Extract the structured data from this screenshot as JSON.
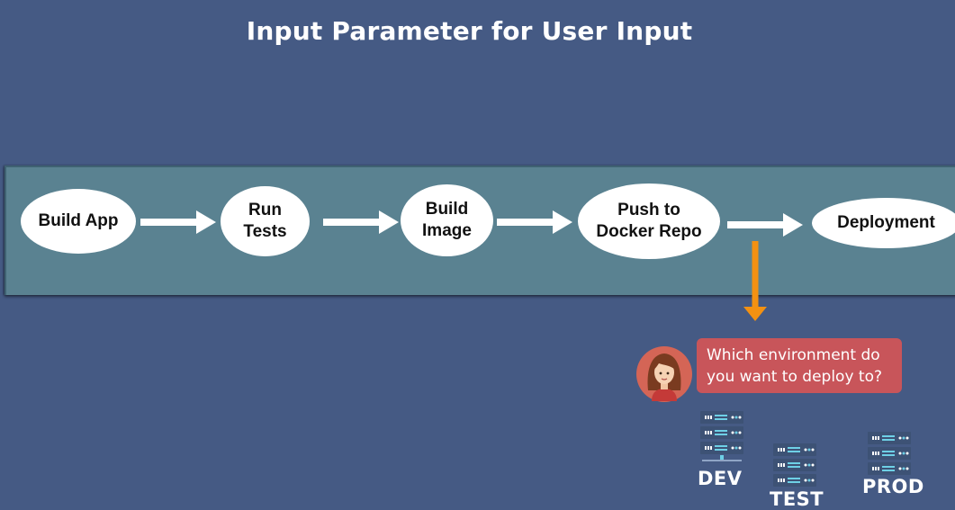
{
  "title": "Input Parameter for User Input",
  "pipeline": {
    "steps": [
      {
        "label": "Build App"
      },
      {
        "label": "Run\nTests"
      },
      {
        "label": "Build\nImage"
      },
      {
        "label": "Push to\nDocker Repo"
      },
      {
        "label": "Deployment"
      }
    ]
  },
  "prompt": {
    "question": "Which environment do\nyou want to deploy to?"
  },
  "environments": [
    {
      "label": "DEV"
    },
    {
      "label": "TEST"
    },
    {
      "label": "PROD"
    }
  ],
  "colors": {
    "background": "#455a84",
    "band": "#5a8291",
    "highlight_arrow": "#f39112",
    "speech_bubble": "#c8555a",
    "server_body": "#3d5275"
  },
  "icons": [
    "user-avatar-icon",
    "server-icon"
  ]
}
